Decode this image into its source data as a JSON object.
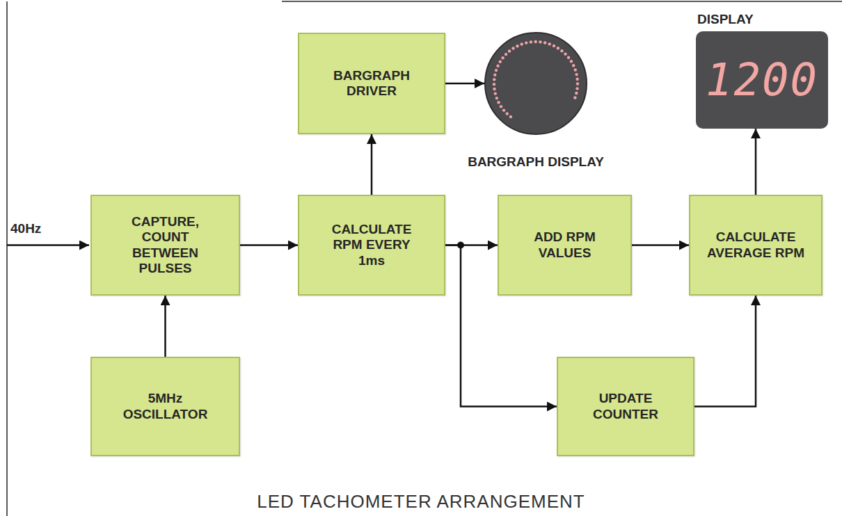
{
  "diagram": {
    "title": "LED TACHOMETER ARRANGEMENT",
    "nodes": [
      {
        "text": [
          "CAPTURE, COUNT BETWEEN PULSES"
        ]
      },
      {
        "text": [
          "5MHz OSCILLATOR"
        ]
      },
      {
        "text": [
          "BARGRAPH DRIVER"
        ]
      },
      {
        "text": [
          "CALCULATE RPM EVERY 1ms"
        ]
      },
      {
        "text": [
          "ADD RPM VALUES"
        ]
      },
      {
        "text": [
          "CALCULATE AVERAGE RPM"
        ]
      },
      {
        "text": [
          "UPDATE COUNTER"
        ]
      },
      {
        "text": [
          "BARGRAPH DISPLAY"
        ]
      },
      {
        "text": [
          "DISPLAY",
          "1200"
        ]
      }
    ],
    "edges": [
      {
        "from": 1,
        "to": 0,
        "arrow": "to"
      },
      {
        "from": 0,
        "to": 3,
        "arrow": "to"
      },
      {
        "from": 3,
        "to": 2,
        "arrow": "to"
      },
      {
        "from": 2,
        "to": 7,
        "arrow": "to"
      },
      {
        "from": 3,
        "to": 4,
        "arrow": "to"
      },
      {
        "from": 3,
        "to": 6,
        "arrow": "to"
      },
      {
        "from": 4,
        "to": 5,
        "arrow": "to"
      },
      {
        "from": 6,
        "to": 5,
        "arrow": "to"
      },
      {
        "from": 5,
        "to": 8,
        "arrow": "to"
      }
    ],
    "labels": [
      "40Hz"
    ]
  }
}
